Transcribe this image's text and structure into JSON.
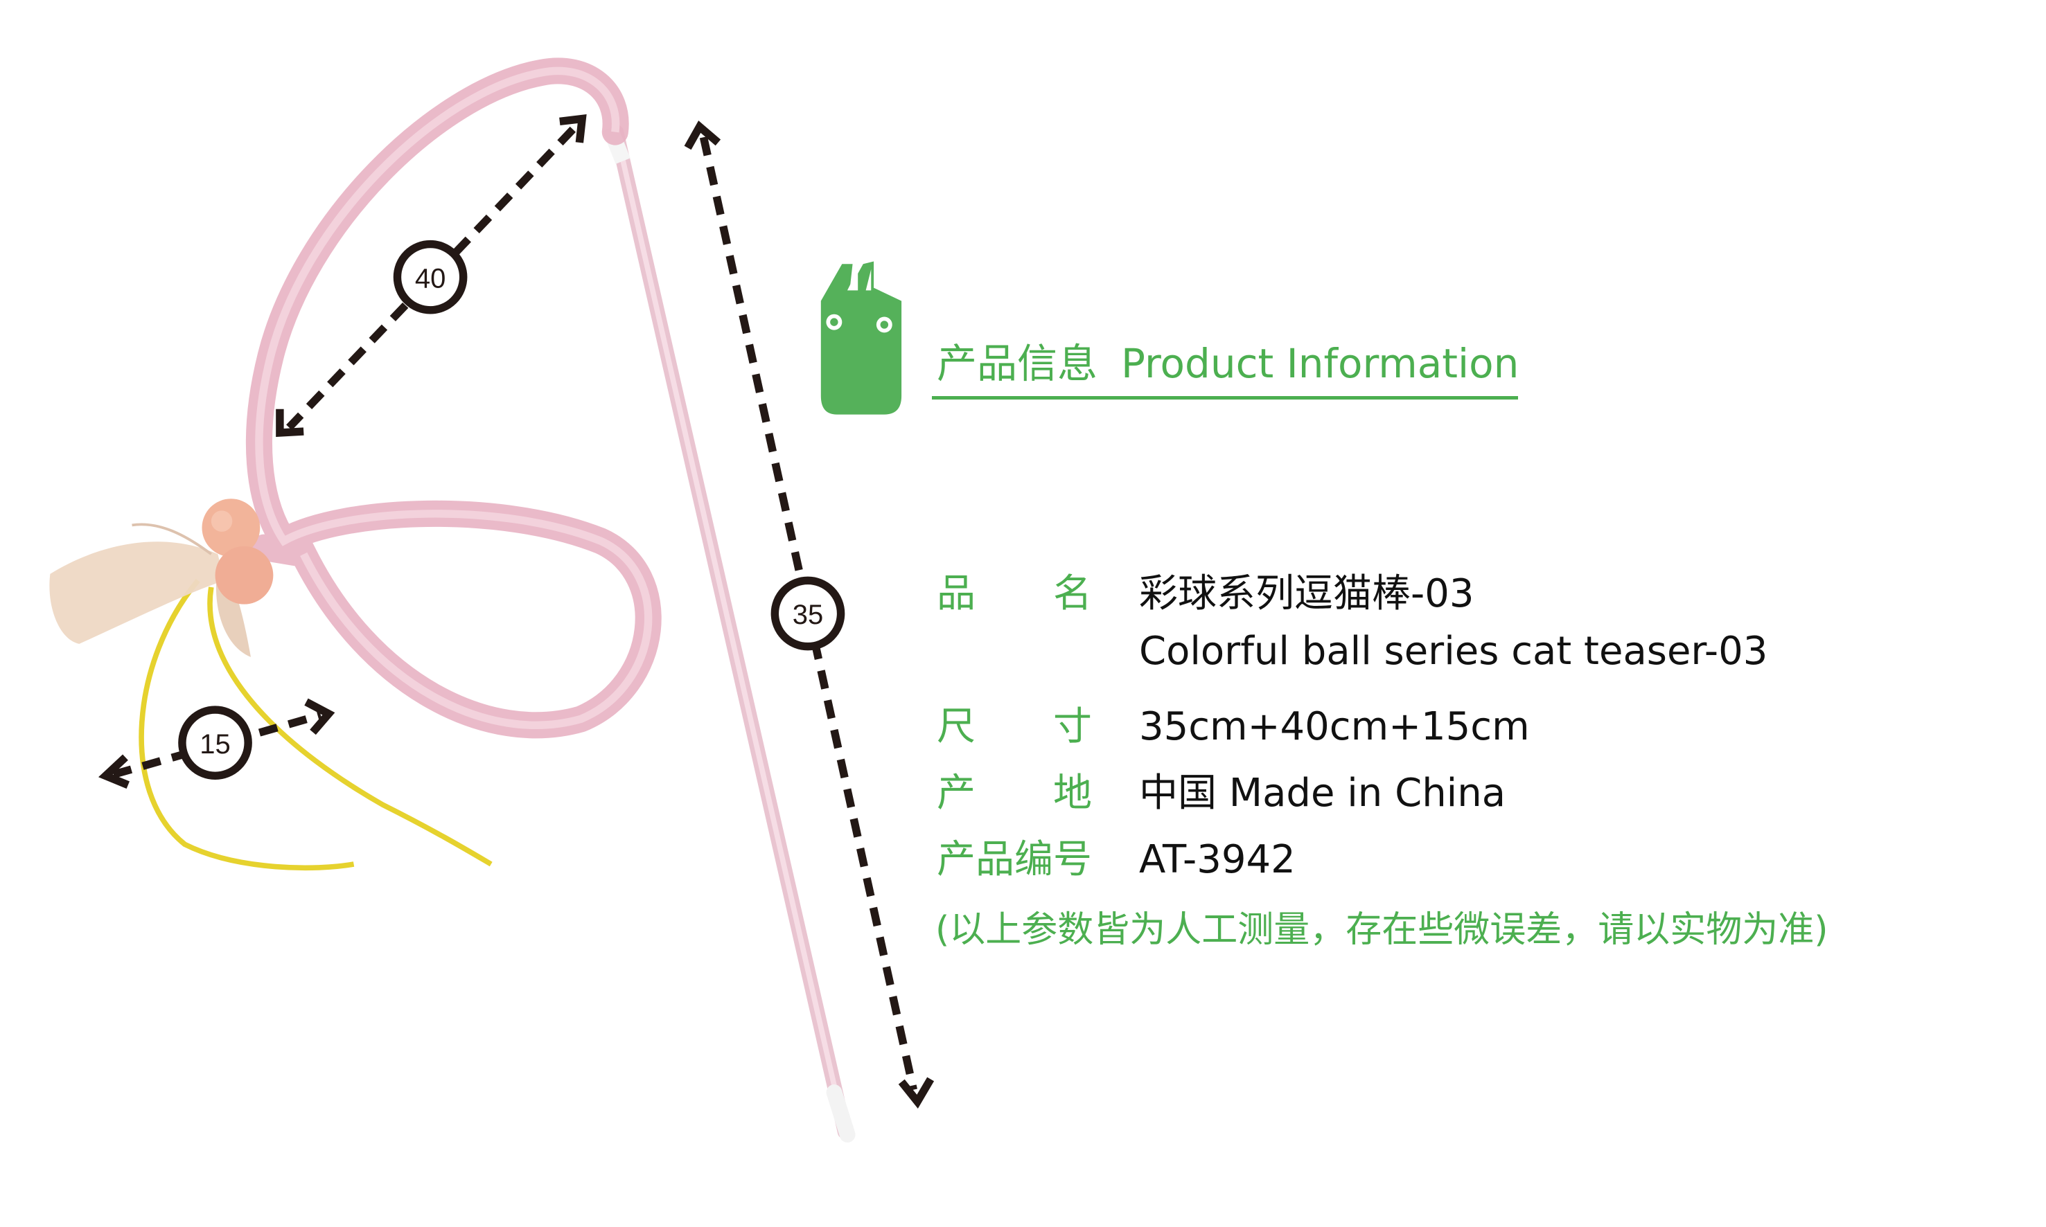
{
  "header": {
    "title_cn": "产品信息",
    "title_en": "Product Information"
  },
  "colors": {
    "accent": "#4caf50",
    "tube": "#e9b4c4",
    "ribbon": "#e6d22e",
    "text": "#111111"
  },
  "dimensions": {
    "stick": "35",
    "loop": "40",
    "tail": "15"
  },
  "info": {
    "rows": [
      {
        "label": "品　　名",
        "value": "彩球系列逗猫棒-03"
      },
      {
        "label": "",
        "value": "Colorful ball series cat teaser-03"
      },
      {
        "label": "尺　　寸",
        "value": "35cm+40cm+15cm"
      },
      {
        "label": "产　　地",
        "value": "中国 Made in China"
      },
      {
        "label": "产品编号",
        "value": "AT-3942"
      }
    ],
    "note": "(以上参数皆为人工测量，存在些微误差，请以实物为准)"
  }
}
